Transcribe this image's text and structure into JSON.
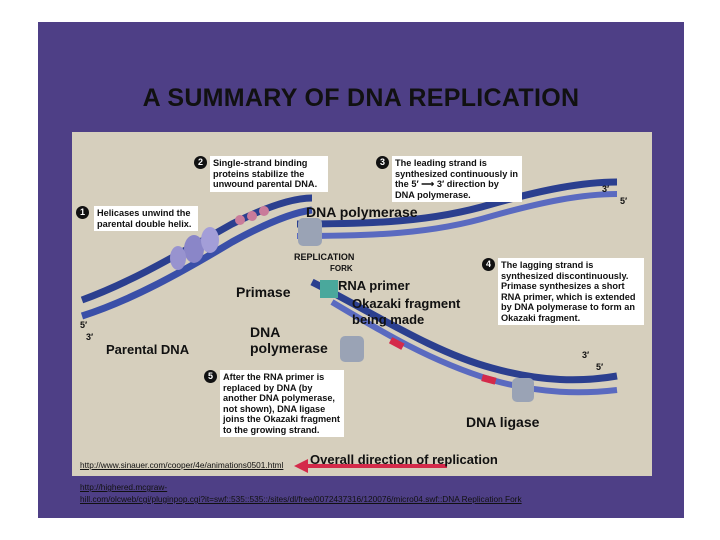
{
  "title": "A SUMMARY OF DNA REPLICATION",
  "callouts": [
    {
      "num": "1",
      "text": "Helicases unwind the parental double helix."
    },
    {
      "num": "2",
      "text": "Single-strand binding proteins stabilize the unwound parental DNA."
    },
    {
      "num": "3",
      "text": "The leading strand is synthesized continuously in the 5′ ⟶ 3′ direction by DNA polymerase."
    },
    {
      "num": "4",
      "text": "The lagging strand is synthesized discontinuously. Primase synthesizes a short RNA primer, which is extended by DNA polymerase to form an Okazaki fragment."
    },
    {
      "num": "5",
      "text": "After the RNA primer is replaced by DNA (by another DNA polymerase, not shown), DNA ligase joins the Okazaki fragment to the growing strand."
    }
  ],
  "labels": {
    "dna_polymerase_top": "DNA polymerase",
    "replication_fork_line1": "REPLICATION",
    "replication_fork_line2": "FORK",
    "primase": "Primase",
    "rna_primer": "RNA primer",
    "okazaki_line1": "Okazaki fragment",
    "okazaki_line2": "being made",
    "dna_polymerase_left_line1": "DNA",
    "dna_polymerase_left_line2": "polymerase",
    "parental_dna": "Parental DNA",
    "dna_ligase": "DNA ligase",
    "overall_direction": "Overall direction of replication",
    "end_3_top": "3′",
    "end_5_top": "5′",
    "end_3_mid": "3′",
    "end_5_mid": "5′",
    "end_5_left": "5′",
    "end_3_left": "3′"
  },
  "links": {
    "link1": "http://www.sinauer.com/cooper/4e/animations0501.html",
    "link2_line1": "http://highered.mcgraw-",
    "link2_line2": "hill.com/olcweb/cgi/pluginpop.cgi?it=swf::535::535::/sites/dl/free/0072437316/120076/micro04.swf::DNA Replication Fork"
  },
  "colors": {
    "slide_background": "#4e3f86",
    "figure_background": "#d6cfbd",
    "dna_strand": "#2b3f8f",
    "rna_primer": "#d42a4a",
    "direction_arrow": "#d42a4a"
  }
}
